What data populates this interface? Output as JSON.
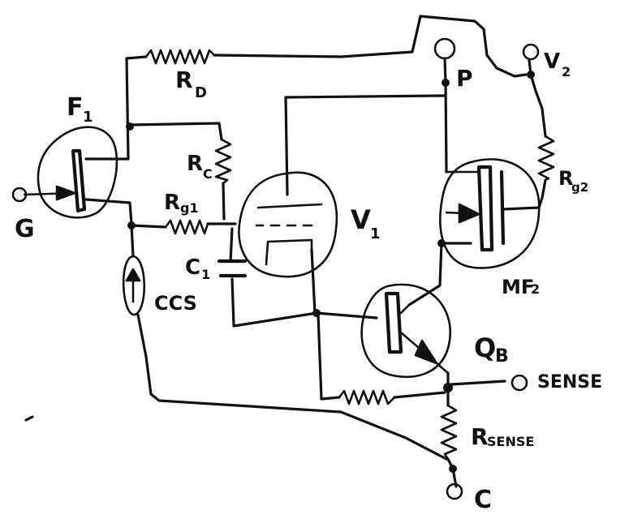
{
  "components": {
    "fet_input": "F",
    "fet_input_sub": "1",
    "gate_terminal": "G",
    "drain_resistor": "R",
    "drain_resistor_sub": "D",
    "cathode_resistor": "R",
    "cathode_resistor_sub": "C",
    "grid_resistor_1": "R",
    "grid_resistor_1_sub": "g1",
    "capacitor": "C",
    "capacitor_sub": "1",
    "current_source": "CCS",
    "tube": "V",
    "tube_sub": "1",
    "plate_terminal": "P",
    "supply_terminal": "V",
    "supply_terminal_sub": "2",
    "grid_resistor_2": "R",
    "grid_resistor_2_sub": "g2",
    "mosfet": "MF",
    "mosfet_sub": "2",
    "bjt": "Q",
    "bjt_sub": "B",
    "sense_terminal": "SENSE",
    "sense_resistor": "R",
    "sense_resistor_sub": "SENSE",
    "cathode_terminal": "C"
  }
}
